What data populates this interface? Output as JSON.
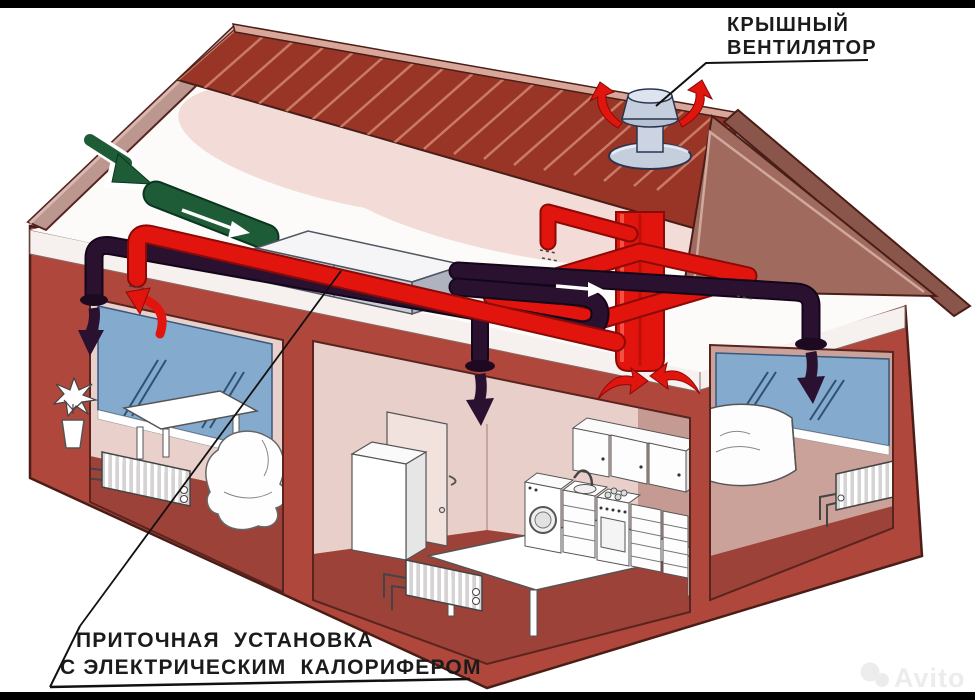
{
  "diagram": {
    "type": "house-ventilation-scheme",
    "labels": {
      "roof_fan_line1": "КРЫШНЫЙ",
      "roof_fan_line2": "ВЕНТИЛЯТОР",
      "supply_unit_line1": "ПРИТОЧНАЯ  УСТАНОВКА",
      "supply_unit_line2": "С ЭЛЕКТРИЧЕСКИМ  КАЛОРИФЕРОМ"
    },
    "components": {
      "roof_fan": "крышный вентилятор",
      "supply_unit": "приточная установка с электрическим калорифером",
      "intake_duct": "green fresh-air intake duct",
      "supply_ducts": "dark purple supply ducts with down arrows into rooms",
      "exhaust_ducts": "red exhaust ducts to roof fan",
      "rooms": [
        "living room",
        "middle room with kitchen",
        "bedroom"
      ]
    },
    "colors": {
      "roof_red": "#993527",
      "roof_stripe": "#c97a64",
      "wall_red": "#b0473c",
      "wall_outline": "#4a1d17",
      "interior_pink": "#e9cfca",
      "window_blue": "#84aacd",
      "duct_red": "#e2140e",
      "duct_purple": "#2b1130",
      "duct_green": "#1e5c38",
      "floor_red": "#9c4238",
      "unit_gray": "#c9cdd6"
    }
  },
  "watermark": {
    "text": "Avito"
  }
}
